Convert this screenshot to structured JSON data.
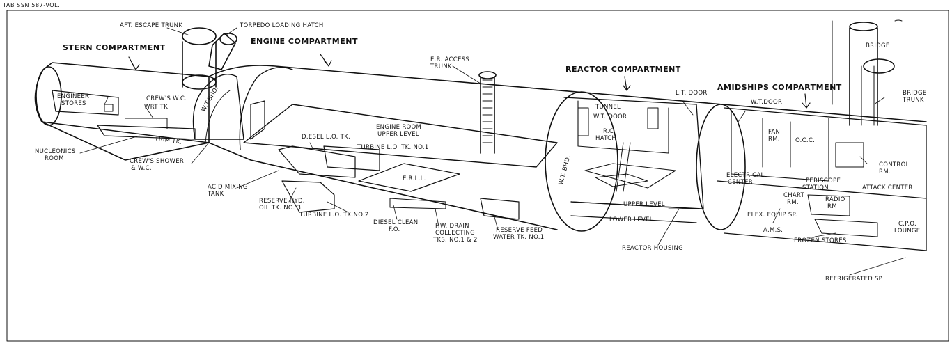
{
  "header": {
    "doc_ref": "TAB SSN 587-VOL.I"
  },
  "compartments": {
    "stern": "STERN COMPARTMENT",
    "engine": "ENGINE COMPARTMENT",
    "reactor": "REACTOR COMPARTMENT",
    "amidships": "AMIDSHIPS COMPARTMENT"
  },
  "labels": {
    "aft_escape_trunk": "AFT. ESCAPE TRUNK",
    "torpedo_loading_hatch": "TORPEDO LOADING HATCH",
    "er_access_trunk_1": "E.R. ACCESS",
    "er_access_trunk_2": "TRUNK",
    "engineer_stores_1": "ENGINEER",
    "engineer_stores_2": "STORES",
    "crews_wc_1": "CREW'S W.C.",
    "crews_wc_2": "WRT TK.",
    "wt_bhd_stern": "W.T.BHD.",
    "trim_tk": "TRIM TK.",
    "nucleonics_room_1": "NUCLEONICS",
    "nucleonics_room_2": "ROOM",
    "crews_shower_1": "CREW'S SHOWER",
    "crews_shower_2": "& W.C.",
    "acid_mixing_tank_1": "ACID MIXING",
    "acid_mixing_tank_2": "TANK",
    "diesel_lo_tk": "D.ESEL L.O. TK.",
    "turbine_lo_tk1": "TURBINE L.O. TK. NO.1",
    "engine_room_upper_1": "ENGINE ROOM",
    "engine_room_upper_2": "UPPER LEVEL",
    "reserve_hyd_1": "RESERVE HYD.",
    "reserve_hyd_2": "OIL TK. NO. 3",
    "turbine_lo_tk2": "TURBINE L.O. TK.NO.2",
    "diesel_clean_fo_1": "DIESEL CLEAN",
    "diesel_clean_fo_2": "F.O.",
    "erll": "E.R.L.L.",
    "fw_drain_1": "F.W. DRAIN",
    "fw_drain_2": "COLLECTING",
    "fw_drain_3": "TKS. NO.1 & 2",
    "reserve_feed_1": "RESERVE FEED",
    "reserve_feed_2": "WATER TK. NO.1",
    "tunnel": "TUNNEL",
    "wt_door_reactor": "W.T. DOOR",
    "rc_hatch_1": "R.C.",
    "rc_hatch_2": "HATCH",
    "wt_bhd_reactor": "W.T. BHD.",
    "upper_level": "UPPER LEVEL",
    "lower_level": "LOWER LEVEL",
    "reactor_housing": "REACTOR HOUSING",
    "lt_door": "L.T. DOOR",
    "wt_door_amid": "W.T.DOOR",
    "fan_rm_1": "FAN",
    "fan_rm_2": "RM.",
    "occ": "O.C.C.",
    "bridge": "BRIDGE",
    "bridge_trunk_1": "BRIDGE",
    "bridge_trunk_2": "TRUNK",
    "control_rm_1": "CONTROL",
    "control_rm_2": "RM.",
    "electrical_center_1": "ELECTRICAL",
    "electrical_center_2": "CENTER",
    "periscope_station_1": "PERISCOPE",
    "periscope_station_2": "STATION",
    "attack_center": "ATTACK CENTER",
    "chart_rm_1": "CHART",
    "chart_rm_2": "RM.",
    "radio_rm_1": "RADIO",
    "radio_rm_2": "RM",
    "elex_equip": "ELEX. EQUIP SP.",
    "ams": "A.M.S.",
    "cpo_lounge_1": "C.P.O.",
    "cpo_lounge_2": "LOUNGE",
    "frozen_stores": "FROZEN STORES",
    "refrigerated_sp": "REFRIGERATED SP"
  }
}
